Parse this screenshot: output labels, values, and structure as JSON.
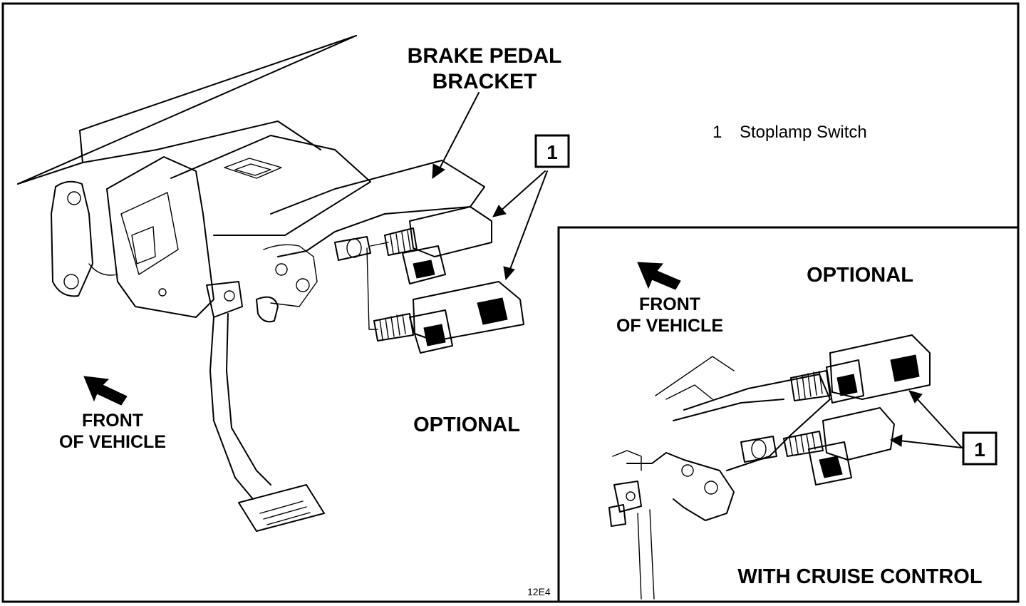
{
  "main_view": {
    "bracket_label_line1": "BRAKE PEDAL",
    "bracket_label_line2": "BRACKET",
    "callout_number": "1",
    "front_label_line1": "FRONT",
    "front_label_line2": "OF VEHICLE",
    "optional_label": "OPTIONAL",
    "figure_code": "12E4"
  },
  "legend": {
    "item_number": "1",
    "item_text": "Stoplamp Switch"
  },
  "inset_view": {
    "optional_label": "OPTIONAL",
    "front_label_line1": "FRONT",
    "front_label_line2": "OF VEHICLE",
    "callout_number": "1",
    "caption": "WITH CRUISE CONTROL"
  },
  "icons": {
    "front_arrow": "arrow-up-left-icon",
    "callout_box": "callout-box-icon"
  }
}
